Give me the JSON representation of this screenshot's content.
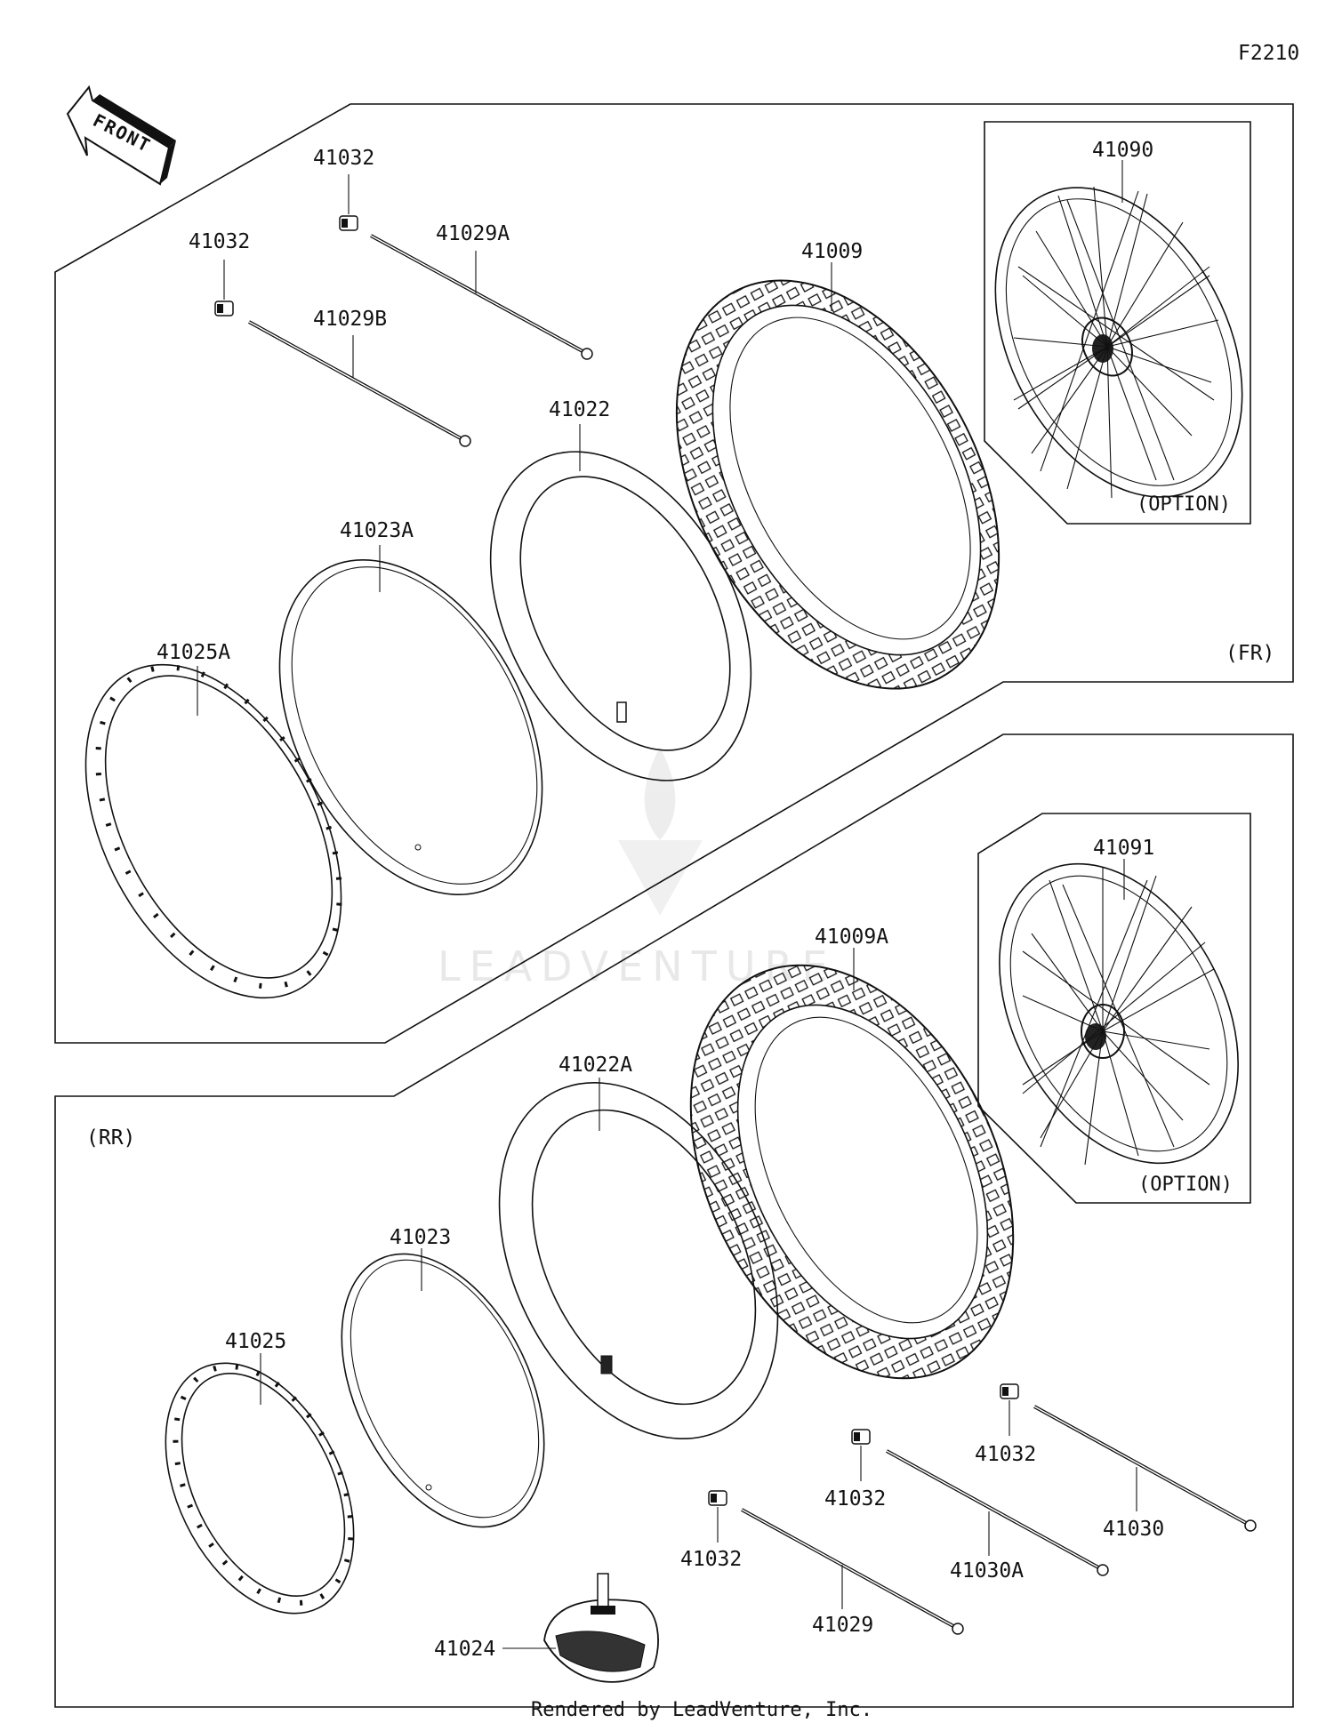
{
  "figure_code": "F2210",
  "front_arrow_label": "FRONT",
  "front_section": {
    "label": "(FR)",
    "option_label": "(OPTION)",
    "parts": {
      "valve_nipple_top": "41032",
      "valve_nipple_left": "41032",
      "spoke_a": "41029A",
      "spoke_b": "41029B",
      "tire": "41009",
      "wheel_assy": "41090",
      "tube": "41022",
      "rim_band": "41023A",
      "rim": "41025A"
    }
  },
  "rear_section": {
    "label": "(RR)",
    "option_label": "(OPTION)",
    "parts": {
      "wheel_assy": "41091",
      "tire": "41009A",
      "tube": "41022A",
      "rim_band": "41023",
      "rim": "41025",
      "tire_band": "41024",
      "nipple_1": "41032",
      "nipple_2": "41032",
      "nipple_3": "41032",
      "spoke": "41029",
      "spoke_a": "41030A",
      "spoke_b": "41030"
    }
  },
  "watermark": "LEADVENTURE",
  "footer": "Rendered by LeadVenture, Inc."
}
